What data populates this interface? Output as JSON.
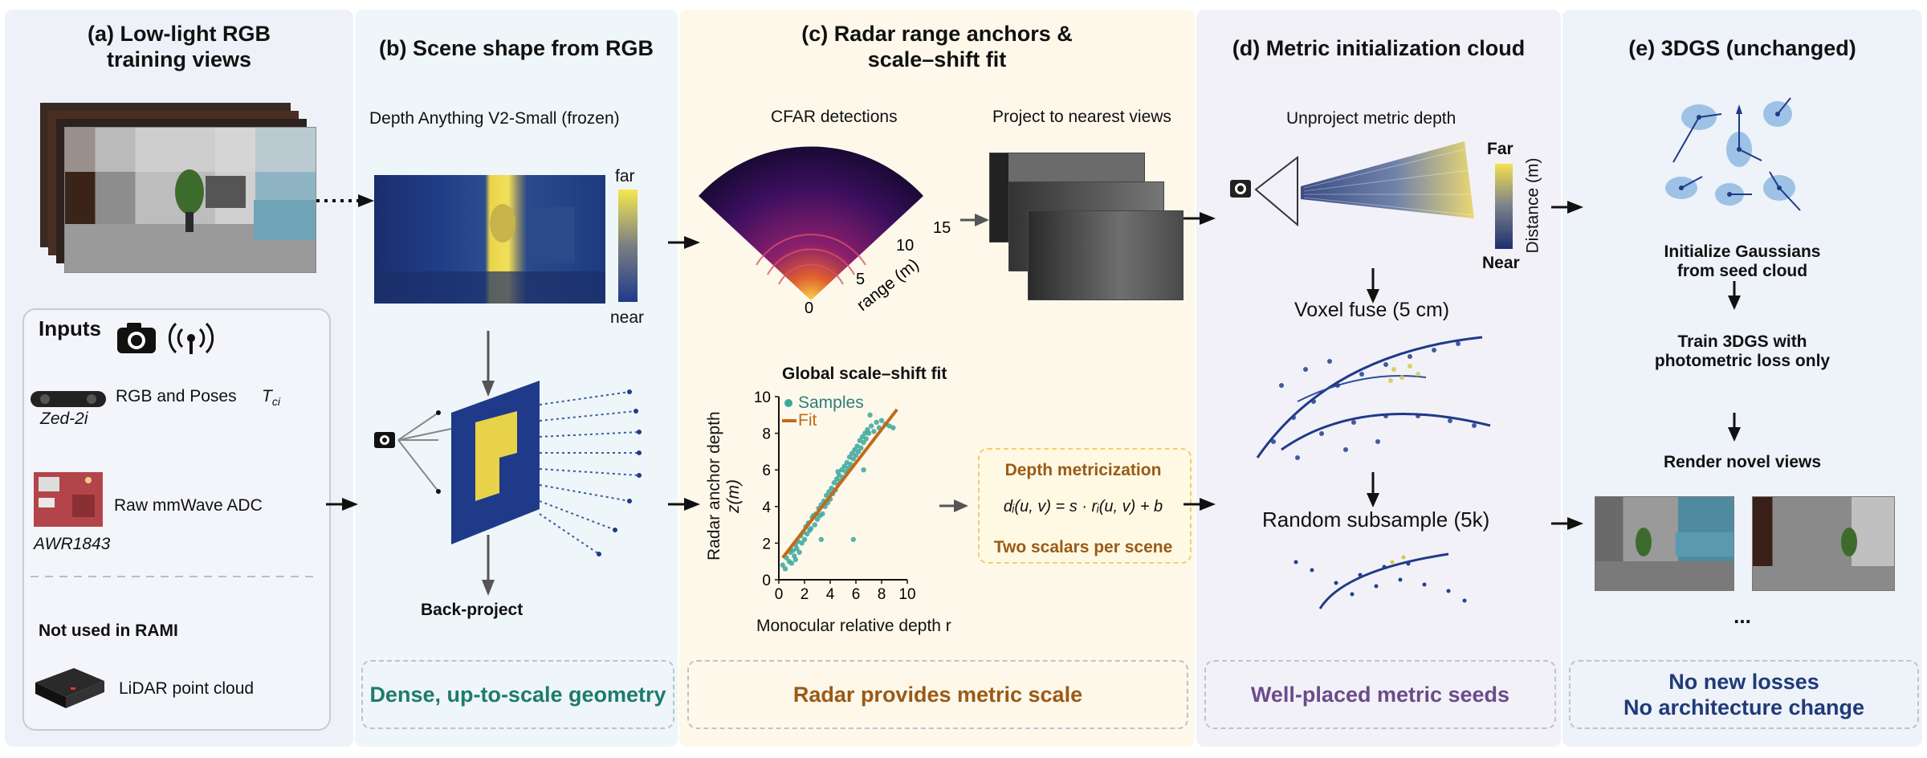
{
  "panels": {
    "a": {
      "title_line1": "(a) Low-light RGB",
      "title_line2": "training views",
      "inputs_title": "Inputs",
      "sensor1_label": "RGB and Poses",
      "sensor1_pose": "T",
      "sensor1_pose_sub": "ci",
      "sensor1_name": "Zed-2i",
      "sensor2_label": "Raw mmWave ADC",
      "sensor2_name": "AWR1843",
      "not_used_title": "Not used in RAMI",
      "lidar_label": "LiDAR point cloud"
    },
    "b": {
      "title": "(b) Scene shape from RGB",
      "model_label": "Depth Anything V2-Small (frozen)",
      "colorbar_far": "far",
      "colorbar_near": "near",
      "backproject_label": "Back-project",
      "footer": "Dense, up-to-scale geometry"
    },
    "c": {
      "title_line1": "(c) Radar range anchors &",
      "title_line2": "scale–shift fit",
      "cfar_label": "CFAR detections",
      "project_label": "Project to nearest views",
      "range_axis_label": "range (m)",
      "range_ticks": [
        "0",
        "5",
        "10",
        "15"
      ],
      "fit_title": "Global scale–shift fit",
      "legend_samples": "Samples",
      "legend_fit": "Fit",
      "ylabel_line1": "Radar anchor depth",
      "ylabel_line2": "z(m)",
      "xlabel": "Monocular relative depth r",
      "metric_title": "Depth metricization",
      "metric_formula": "dᵢ(u, v) = s · rᵢ(u, v) + b",
      "metric_note": "Two scalars per scene",
      "footer": "Radar provides metric scale"
    },
    "d": {
      "title": "(d) Metric initialization cloud",
      "unproject_label": "Unproject metric depth",
      "colorbar_far": "Far",
      "colorbar_near": "Near",
      "colorbar_title": "Distance (m)",
      "voxel_label": "Voxel fuse (5 cm)",
      "subsample_label": "Random subsample (5k)",
      "footer": "Well-placed metric seeds"
    },
    "e": {
      "title": "(e) 3DGS (unchanged)",
      "step1_line1": "Initialize Gaussians",
      "step1_line2": "from seed cloud",
      "step2_line1": "Train 3DGS with",
      "step2_line2": "photometric loss only",
      "step3": "Render novel views",
      "ellipsis": "...",
      "footer_line1": "No new losses",
      "footer_line2": "No architecture change"
    }
  },
  "colors": {
    "teal_footer": "#1f7a6e",
    "brown_footer": "#9a5a16",
    "purple_footer": "#6b4c8a",
    "navy_footer": "#1f3a78",
    "fit_line": "#c26a1a",
    "samples": "#3aa79c",
    "gauss": "#5b9bd5"
  },
  "chart_data": {
    "type": "scatter",
    "title": "Global scale–shift fit",
    "xlabel": "Monocular relative depth r",
    "ylabel": "Radar anchor depth z(m)",
    "xlim": [
      0,
      10
    ],
    "ylim": [
      0,
      10
    ],
    "xticks": [
      0,
      2,
      4,
      6,
      8,
      10
    ],
    "yticks": [
      0,
      2,
      4,
      6,
      8,
      10
    ],
    "legend": "top-left",
    "series": [
      {
        "name": "Samples",
        "kind": "scatter",
        "x": [
          0.3,
          0.5,
          0.6,
          0.8,
          0.9,
          1.0,
          1.1,
          1.2,
          1.3,
          1.4,
          1.5,
          1.6,
          1.7,
          1.8,
          1.9,
          2.0,
          2.1,
          2.2,
          2.3,
          2.4,
          2.5,
          2.6,
          2.8,
          2.9,
          3.0,
          3.1,
          3.2,
          3.3,
          3.4,
          3.5,
          3.6,
          3.7,
          3.8,
          3.9,
          4.0,
          4.1,
          4.2,
          4.3,
          4.4,
          4.5,
          4.6,
          4.7,
          4.8,
          4.9,
          5.0,
          5.1,
          5.2,
          5.3,
          5.4,
          5.5,
          5.6,
          5.7,
          5.8,
          5.9,
          6.0,
          6.1,
          6.2,
          6.3,
          6.4,
          6.5,
          6.6,
          6.7,
          6.8,
          6.9,
          7.0,
          7.2,
          7.4,
          7.6,
          7.8,
          8.0,
          8.3,
          8.6,
          8.9,
          3.3,
          5.8,
          2.7,
          4.6,
          6.6,
          1.3,
          7.1
        ],
        "y": [
          0.8,
          0.6,
          1.2,
          1.0,
          1.5,
          0.9,
          1.6,
          1.3,
          1.9,
          1.7,
          2.1,
          1.5,
          2.4,
          2.0,
          2.6,
          2.2,
          2.9,
          2.5,
          3.1,
          2.7,
          2.8,
          3.4,
          3.0,
          3.6,
          3.3,
          3.9,
          3.5,
          4.1,
          3.6,
          4.3,
          4.0,
          4.6,
          4.2,
          4.8,
          4.4,
          5.0,
          4.7,
          5.3,
          4.9,
          5.5,
          5.2,
          5.7,
          5.4,
          6.0,
          5.6,
          6.2,
          5.9,
          6.4,
          6.1,
          6.7,
          6.3,
          6.9,
          6.6,
          7.1,
          6.8,
          7.3,
          7.0,
          7.6,
          7.2,
          7.8,
          7.5,
          8.0,
          7.7,
          8.2,
          8.0,
          8.4,
          8.1,
          8.6,
          8.3,
          8.7,
          8.5,
          8.4,
          8.3,
          2.2,
          2.2,
          3.5,
          5.9,
          6.0,
          1.1,
          9.0
        ]
      },
      {
        "name": "Fit",
        "kind": "line",
        "x": [
          0.3,
          9.2
        ],
        "y": [
          1.2,
          9.3
        ]
      }
    ]
  }
}
